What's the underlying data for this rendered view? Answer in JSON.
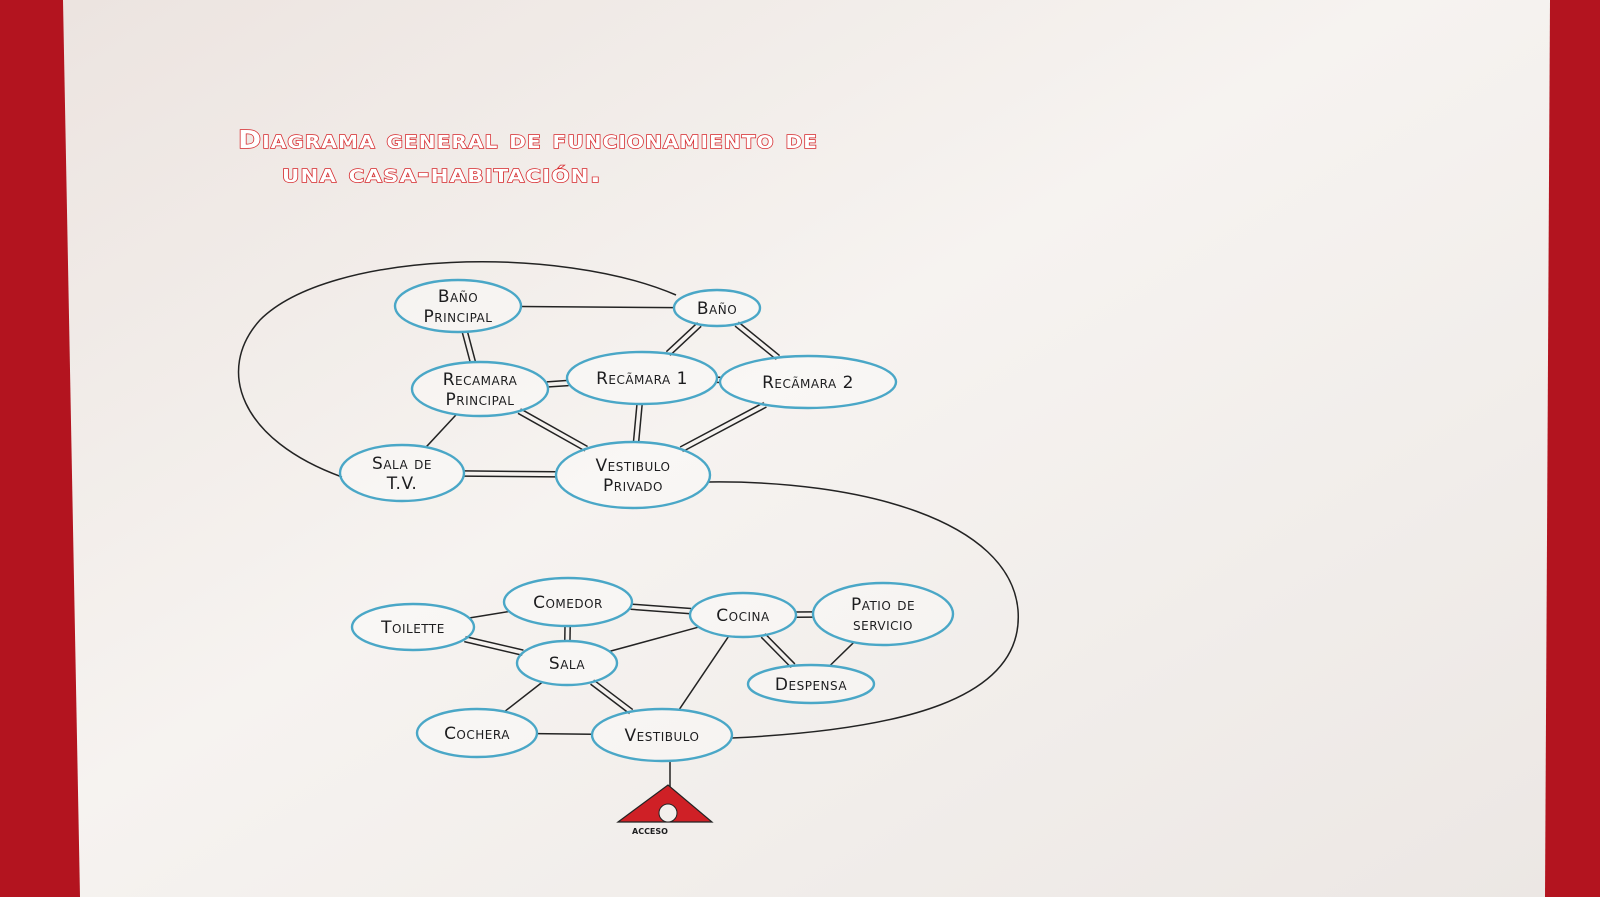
{
  "title": {
    "line1": "Diagrama general de funcionamiento de",
    "line2": "una casa-habitación."
  },
  "colors": {
    "background": "#b3141f",
    "paper": "#f3efec",
    "title_outline": "#d6272b",
    "node_outline": "#4aa7c7",
    "line": "#232323",
    "access_red": "#cf2026"
  },
  "nodes": [
    {
      "id": "bano-principal",
      "lines": [
        "Baño",
        "Principal"
      ]
    },
    {
      "id": "bano",
      "lines": [
        "Baño"
      ]
    },
    {
      "id": "recamara-principal",
      "lines": [
        "Recamara",
        "Principal"
      ]
    },
    {
      "id": "recamara-1",
      "lines": [
        "Recãmara 1"
      ]
    },
    {
      "id": "recamara-2",
      "lines": [
        "Recãmara 2"
      ]
    },
    {
      "id": "sala-de-tv",
      "lines": [
        "Sala de",
        "T.V."
      ]
    },
    {
      "id": "vestibulo-privado",
      "lines": [
        "Vestibulo",
        "Privado"
      ]
    },
    {
      "id": "comedor",
      "lines": [
        "Comedor"
      ]
    },
    {
      "id": "toilette",
      "lines": [
        "Toilette"
      ]
    },
    {
      "id": "cocina",
      "lines": [
        "Cocina"
      ]
    },
    {
      "id": "patio-de-servicio",
      "lines": [
        "Patio de",
        "servicio"
      ]
    },
    {
      "id": "sala",
      "lines": [
        "Sala"
      ]
    },
    {
      "id": "despensa",
      "lines": [
        "Despensa"
      ]
    },
    {
      "id": "cochera",
      "lines": [
        "Cochera"
      ]
    },
    {
      "id": "vestibulo",
      "lines": [
        "Vestibulo"
      ]
    }
  ],
  "edges": [
    {
      "from": "bano-principal",
      "to": "bano",
      "style": "single"
    },
    {
      "from": "bano-principal",
      "to": "recamara-principal",
      "style": "double"
    },
    {
      "from": "bano",
      "to": "recamara-1",
      "style": "double"
    },
    {
      "from": "bano",
      "to": "recamara-2",
      "style": "double"
    },
    {
      "from": "recamara-principal",
      "to": "recamara-1",
      "style": "double"
    },
    {
      "from": "recamara-1",
      "to": "recamara-2",
      "style": "double"
    },
    {
      "from": "recamara-principal",
      "to": "sala-de-tv",
      "style": "single"
    },
    {
      "from": "recamara-principal",
      "to": "vestibulo-privado",
      "style": "double"
    },
    {
      "from": "recamara-1",
      "to": "vestibulo-privado",
      "style": "double"
    },
    {
      "from": "recamara-2",
      "to": "vestibulo-privado",
      "style": "double"
    },
    {
      "from": "sala-de-tv",
      "to": "vestibulo-privado",
      "style": "double"
    },
    {
      "from": "toilette",
      "to": "comedor",
      "style": "single"
    },
    {
      "from": "toilette",
      "to": "sala",
      "style": "double"
    },
    {
      "from": "comedor",
      "to": "cocina",
      "style": "double"
    },
    {
      "from": "comedor",
      "to": "sala",
      "style": "double"
    },
    {
      "from": "cocina",
      "to": "patio-de-servicio",
      "style": "double"
    },
    {
      "from": "cocina",
      "to": "despensa",
      "style": "double"
    },
    {
      "from": "cocina",
      "to": "sala",
      "style": "single"
    },
    {
      "from": "cocina",
      "to": "vestibulo",
      "style": "single"
    },
    {
      "from": "patio-de-servicio",
      "to": "despensa",
      "style": "single"
    },
    {
      "from": "sala",
      "to": "cochera",
      "style": "single"
    },
    {
      "from": "sala",
      "to": "vestibulo",
      "style": "double"
    },
    {
      "from": "cochera",
      "to": "vestibulo",
      "style": "single"
    }
  ],
  "curves": [
    {
      "id": "bano-to-sala-de-tv-loop",
      "from": "bano",
      "to": "sala-de-tv",
      "style": "single"
    },
    {
      "id": "vestibulo-privado-to-vestibulo",
      "from": "vestibulo-privado",
      "to": "vestibulo",
      "style": "single"
    }
  ],
  "access": {
    "label": "acceso",
    "connects_to": "vestibulo"
  }
}
